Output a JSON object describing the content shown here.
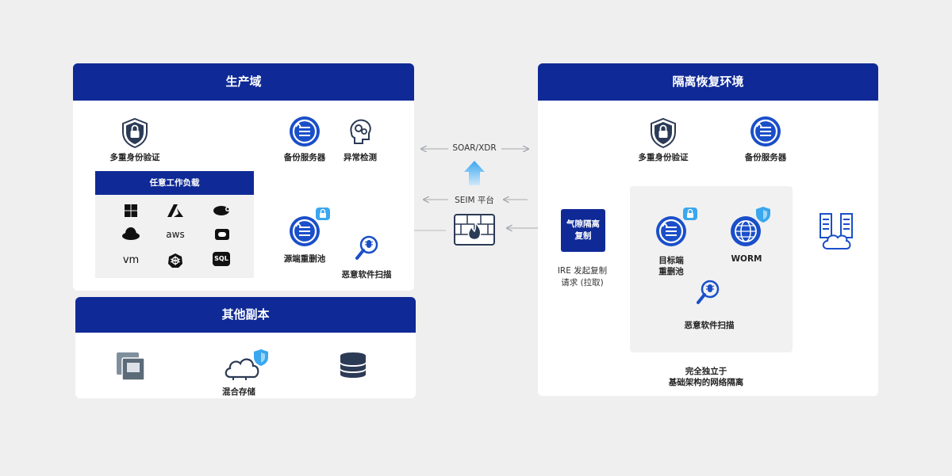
{
  "production": {
    "title": "生产域",
    "mfa_label": "多重身份验证",
    "backup_label": "备份服务器",
    "anomaly_label": "异常检测",
    "workload_title": "任意工作负载",
    "workload_icons": [
      "windows-icon",
      "azure-icon",
      "suse-icon",
      "redhat-icon",
      "aws",
      "oracle-icon",
      "vm",
      "kubernetes-icon",
      "SQL"
    ],
    "source_pool_label": "源端重删池",
    "malware_label": "恶意软件扫描"
  },
  "other": {
    "title": "其他副本",
    "hybrid_label": "混合存储"
  },
  "center": {
    "soar_label": "SOAR/XDR",
    "seim_label": "SEIM 平台"
  },
  "isolated": {
    "title": "隔离恢复环境",
    "mfa_label": "多重身份验证",
    "backup_label": "备份服务器",
    "airgap_line1": "气隙隔离",
    "airgap_line2": "复制",
    "ire_line1": "IRE 发起复制",
    "ire_line2": "请求 (拉取)",
    "target_line1": "目标端",
    "target_line2": "重删池",
    "worm_label": "WORM",
    "malware_label": "恶意软件扫描",
    "footer_line1": "完全独立于",
    "footer_line2": "基础架构的网络隔离"
  },
  "colors": {
    "brand": "#0f2a96",
    "accent": "#1a4fc9",
    "light": "#4ab8f0"
  }
}
